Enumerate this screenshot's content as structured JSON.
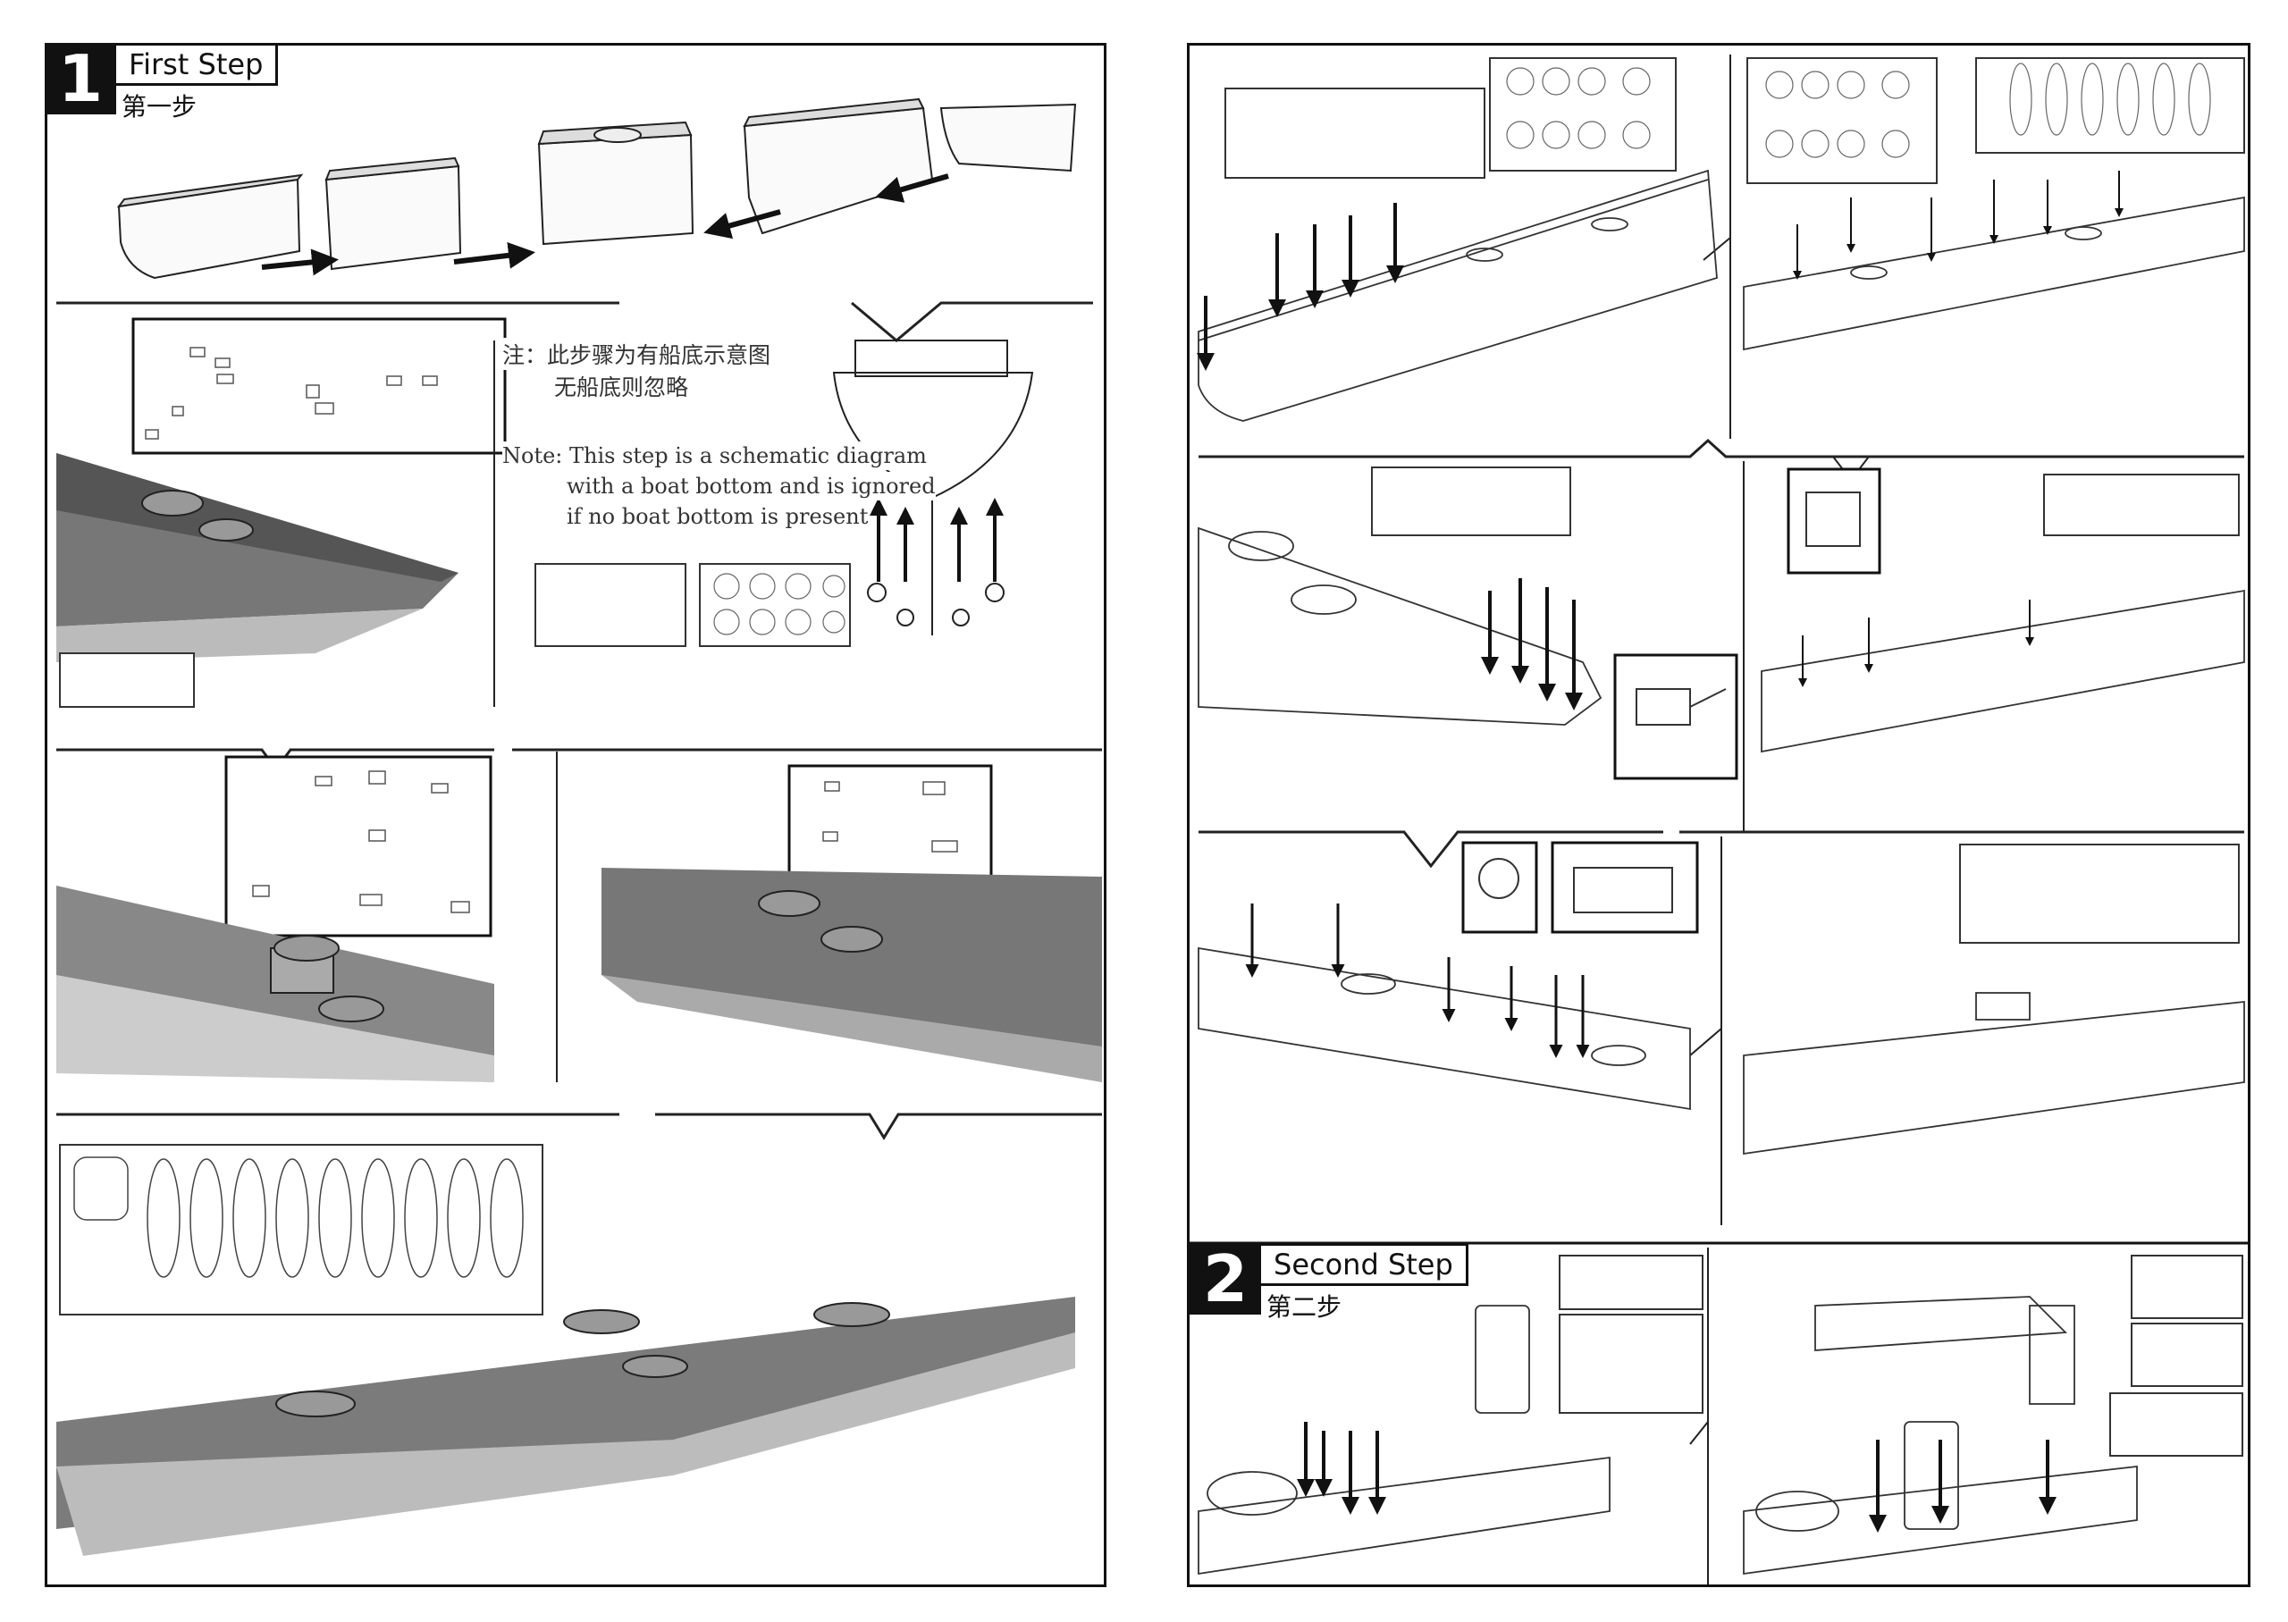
{
  "steps": [
    {
      "number": "1",
      "title": "First Step",
      "title_cn": "第一步"
    },
    {
      "number": "2",
      "title": "Second Step",
      "title_cn": "第二步"
    }
  ],
  "note": {
    "cn_line1": "注：此步骤为有船底示意图",
    "cn_line2": "无船底则忽略",
    "en_line1": "Note: This step is a schematic diagram",
    "en_line2": "with a boat bottom and is ignored",
    "en_line3": "if no boat bottom is present"
  }
}
